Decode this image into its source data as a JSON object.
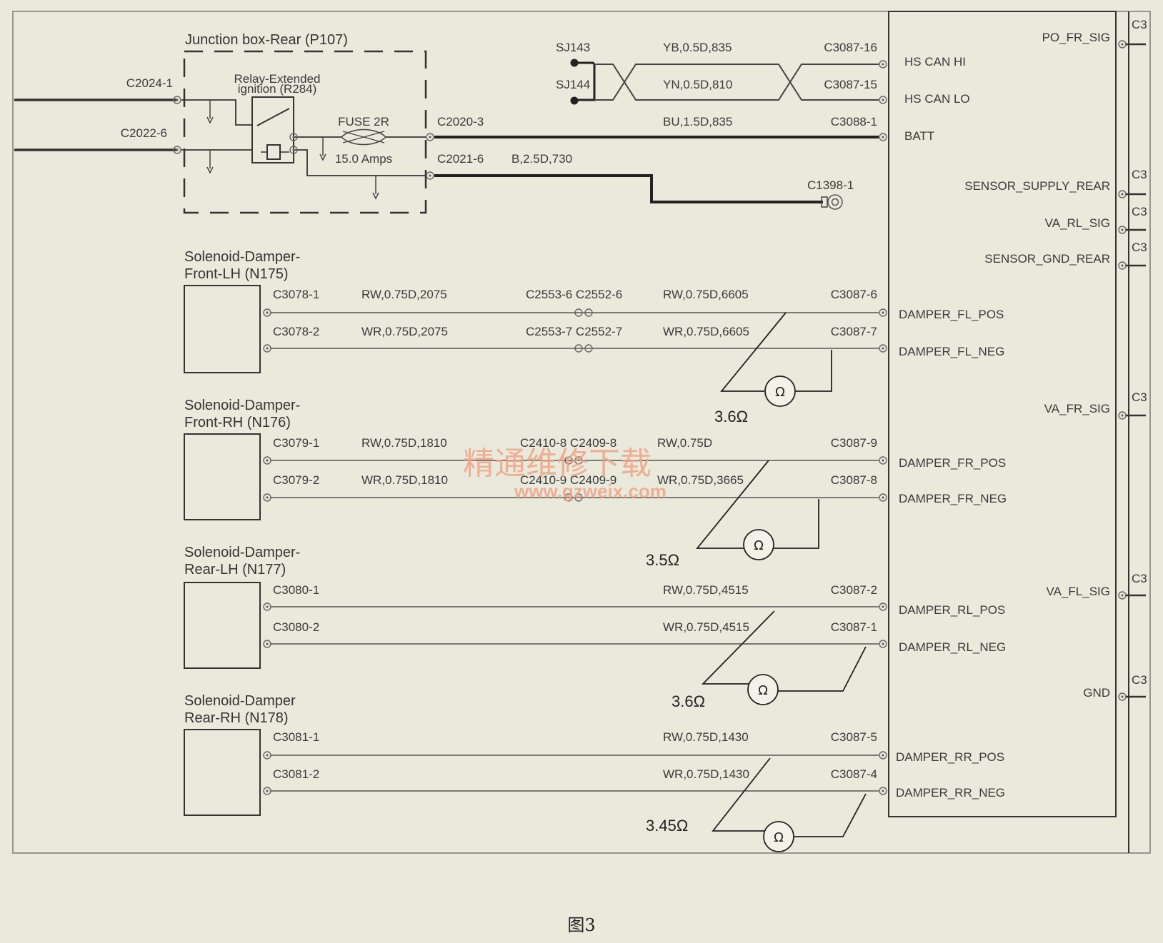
{
  "junction_box": {
    "title": "Junction box-Rear (P107)",
    "relay": [
      "Relay-Extended",
      "ignition (R284)"
    ],
    "fuse_name": "FUSE 2R",
    "fuse_rating": "15.0 Amps",
    "inputs": [
      "C2024-1",
      "C2022-6"
    ],
    "out_batt": "C2020-3",
    "out_ground": "C2021-6",
    "ground_wire": "B,2.5D,730",
    "ground_point": "C1398-1"
  },
  "can": {
    "splices": [
      "SJ143",
      "SJ144"
    ],
    "wires": [
      "YB,0.5D,835",
      "YN,0.5D,810"
    ],
    "connectors": [
      "C3087-16",
      "C3087-15"
    ]
  },
  "batt": {
    "wire": "BU,1.5D,835",
    "connector": "C3088-1"
  },
  "module": {
    "left_pins": [
      "HS CAN HI",
      "HS CAN LO",
      "BATT",
      "DAMPER_FL_POS",
      "DAMPER_FL_NEG",
      "DAMPER_FR_POS",
      "DAMPER_FR_NEG",
      "DAMPER_RL_POS",
      "DAMPER_RL_NEG",
      "DAMPER_RR_POS",
      "DAMPER_RR_NEG"
    ],
    "right_pins": [
      "PO_FR_SIG",
      "SENSOR_SUPPLY_REAR",
      "VA_RL_SIG",
      "SENSOR_GND_REAR",
      "VA_FR_SIG",
      "VA_FL_SIG",
      "GND"
    ],
    "edge_prefix": "C3"
  },
  "dampers": [
    {
      "title": [
        "Solenoid-Damper-",
        "Front-LH (N175)"
      ],
      "pos": {
        "connector": "C3078-1",
        "wire1": "RW,0.75D,2075",
        "inline": "C2553-6 C2552-6",
        "wire2": "RW,0.75D,6605",
        "module_conn": "C3087-6"
      },
      "neg": {
        "connector": "C3078-2",
        "wire1": "WR,0.75D,2075",
        "inline": "C2553-7 C2552-7",
        "wire2": "WR,0.75D,6605",
        "module_conn": "C3087-7"
      },
      "resistance": "3.6Ω"
    },
    {
      "title": [
        "Solenoid-Damper-",
        "Front-RH (N176)"
      ],
      "pos": {
        "connector": "C3079-1",
        "wire1": "RW,0.75D,1810",
        "inline": "C2410-8 C2409-8",
        "wire2": "RW,0.75D",
        "module_conn": "C3087-9"
      },
      "neg": {
        "connector": "C3079-2",
        "wire1": "WR,0.75D,1810",
        "inline": "C2410-9 C2409-9",
        "wire2": "WR,0.75D,3665",
        "module_conn": "C3087-8"
      },
      "resistance": "3.5Ω"
    },
    {
      "title": [
        "Solenoid-Damper-",
        "Rear-LH (N177)"
      ],
      "pos": {
        "connector": "C3080-1",
        "wire1": "",
        "inline": "",
        "wire2": "RW,0.75D,4515",
        "module_conn": "C3087-2"
      },
      "neg": {
        "connector": "C3080-2",
        "wire1": "",
        "inline": "",
        "wire2": "WR,0.75D,4515",
        "module_conn": "C3087-1"
      },
      "resistance": "3.6Ω"
    },
    {
      "title": [
        "Solenoid-Damper",
        "Rear-RH (N178)"
      ],
      "pos": {
        "connector": "C3081-1",
        "wire1": "",
        "inline": "",
        "wire2": "RW,0.75D,1430",
        "module_conn": "C3087-5"
      },
      "neg": {
        "connector": "C3081-2",
        "wire1": "",
        "inline": "",
        "wire2": "WR,0.75D,1430",
        "module_conn": "C3087-4"
      },
      "resistance": "3.45Ω"
    }
  ],
  "ohm_symbol": "Ω",
  "watermark": {
    "cn": "精通维修下载",
    "url": "www.gzweix.com"
  },
  "caption": "图3"
}
